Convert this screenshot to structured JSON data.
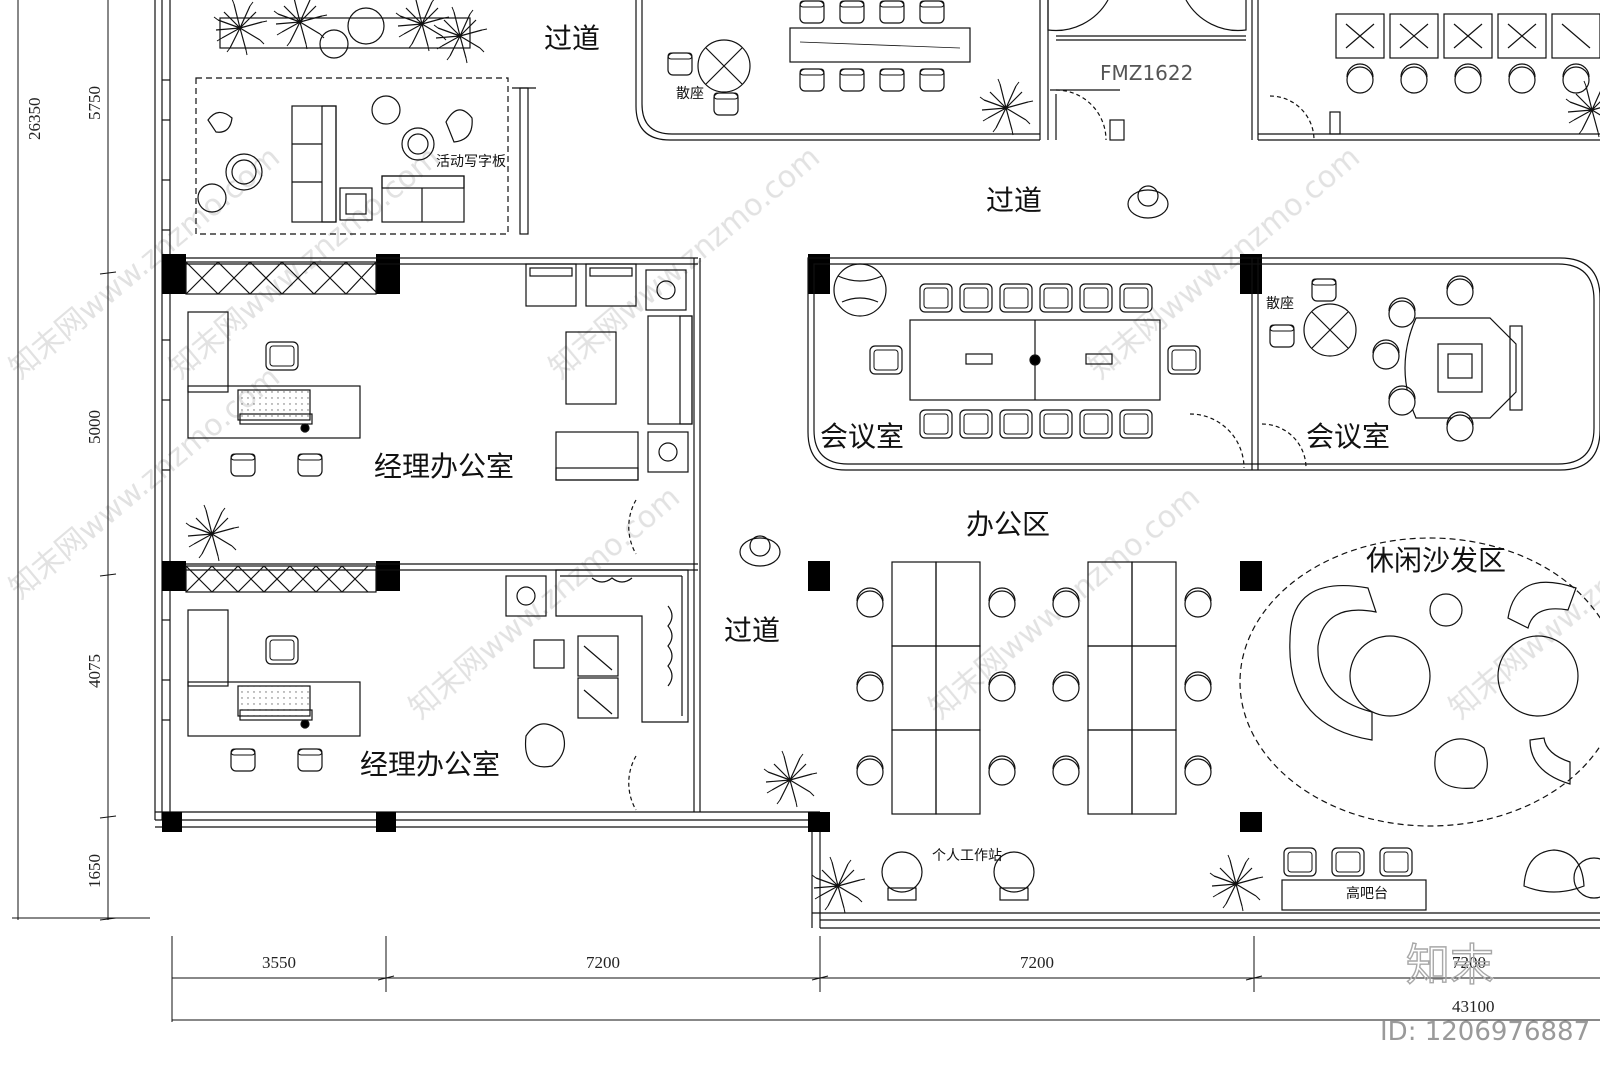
{
  "rooms": {
    "corridor_top": "过道",
    "corridor_mid": "过道",
    "corridor_left": "过道",
    "manager_office_1": "经理办公室",
    "manager_office_2": "经理办公室",
    "meeting_room_1": "会议室",
    "meeting_room_2": "会议室",
    "office_area": "办公区",
    "lounge_area": "休闲沙发区",
    "activity_board": "活动写字板",
    "casual_seat_1": "散座",
    "casual_seat_2": "散座",
    "personal_workstation": "个人工作站",
    "high_bar": "高吧台",
    "fire_door": "FMZ1622"
  },
  "dimensions": {
    "vertical_total": "26350",
    "vertical_segments": [
      "5750",
      "5000",
      "4075",
      "1650"
    ],
    "horizontal_segments": [
      "3550",
      "7200",
      "7200",
      "7200"
    ],
    "horizontal_total": "43100"
  },
  "watermark": {
    "brand": "知末",
    "id": "ID: 1206976887",
    "repeat_text": "知末网www.znzmo.com"
  },
  "colors": {
    "line": "#111111",
    "column": "#000000",
    "hatch": "#444444",
    "watermark": "#d8d8d8"
  }
}
